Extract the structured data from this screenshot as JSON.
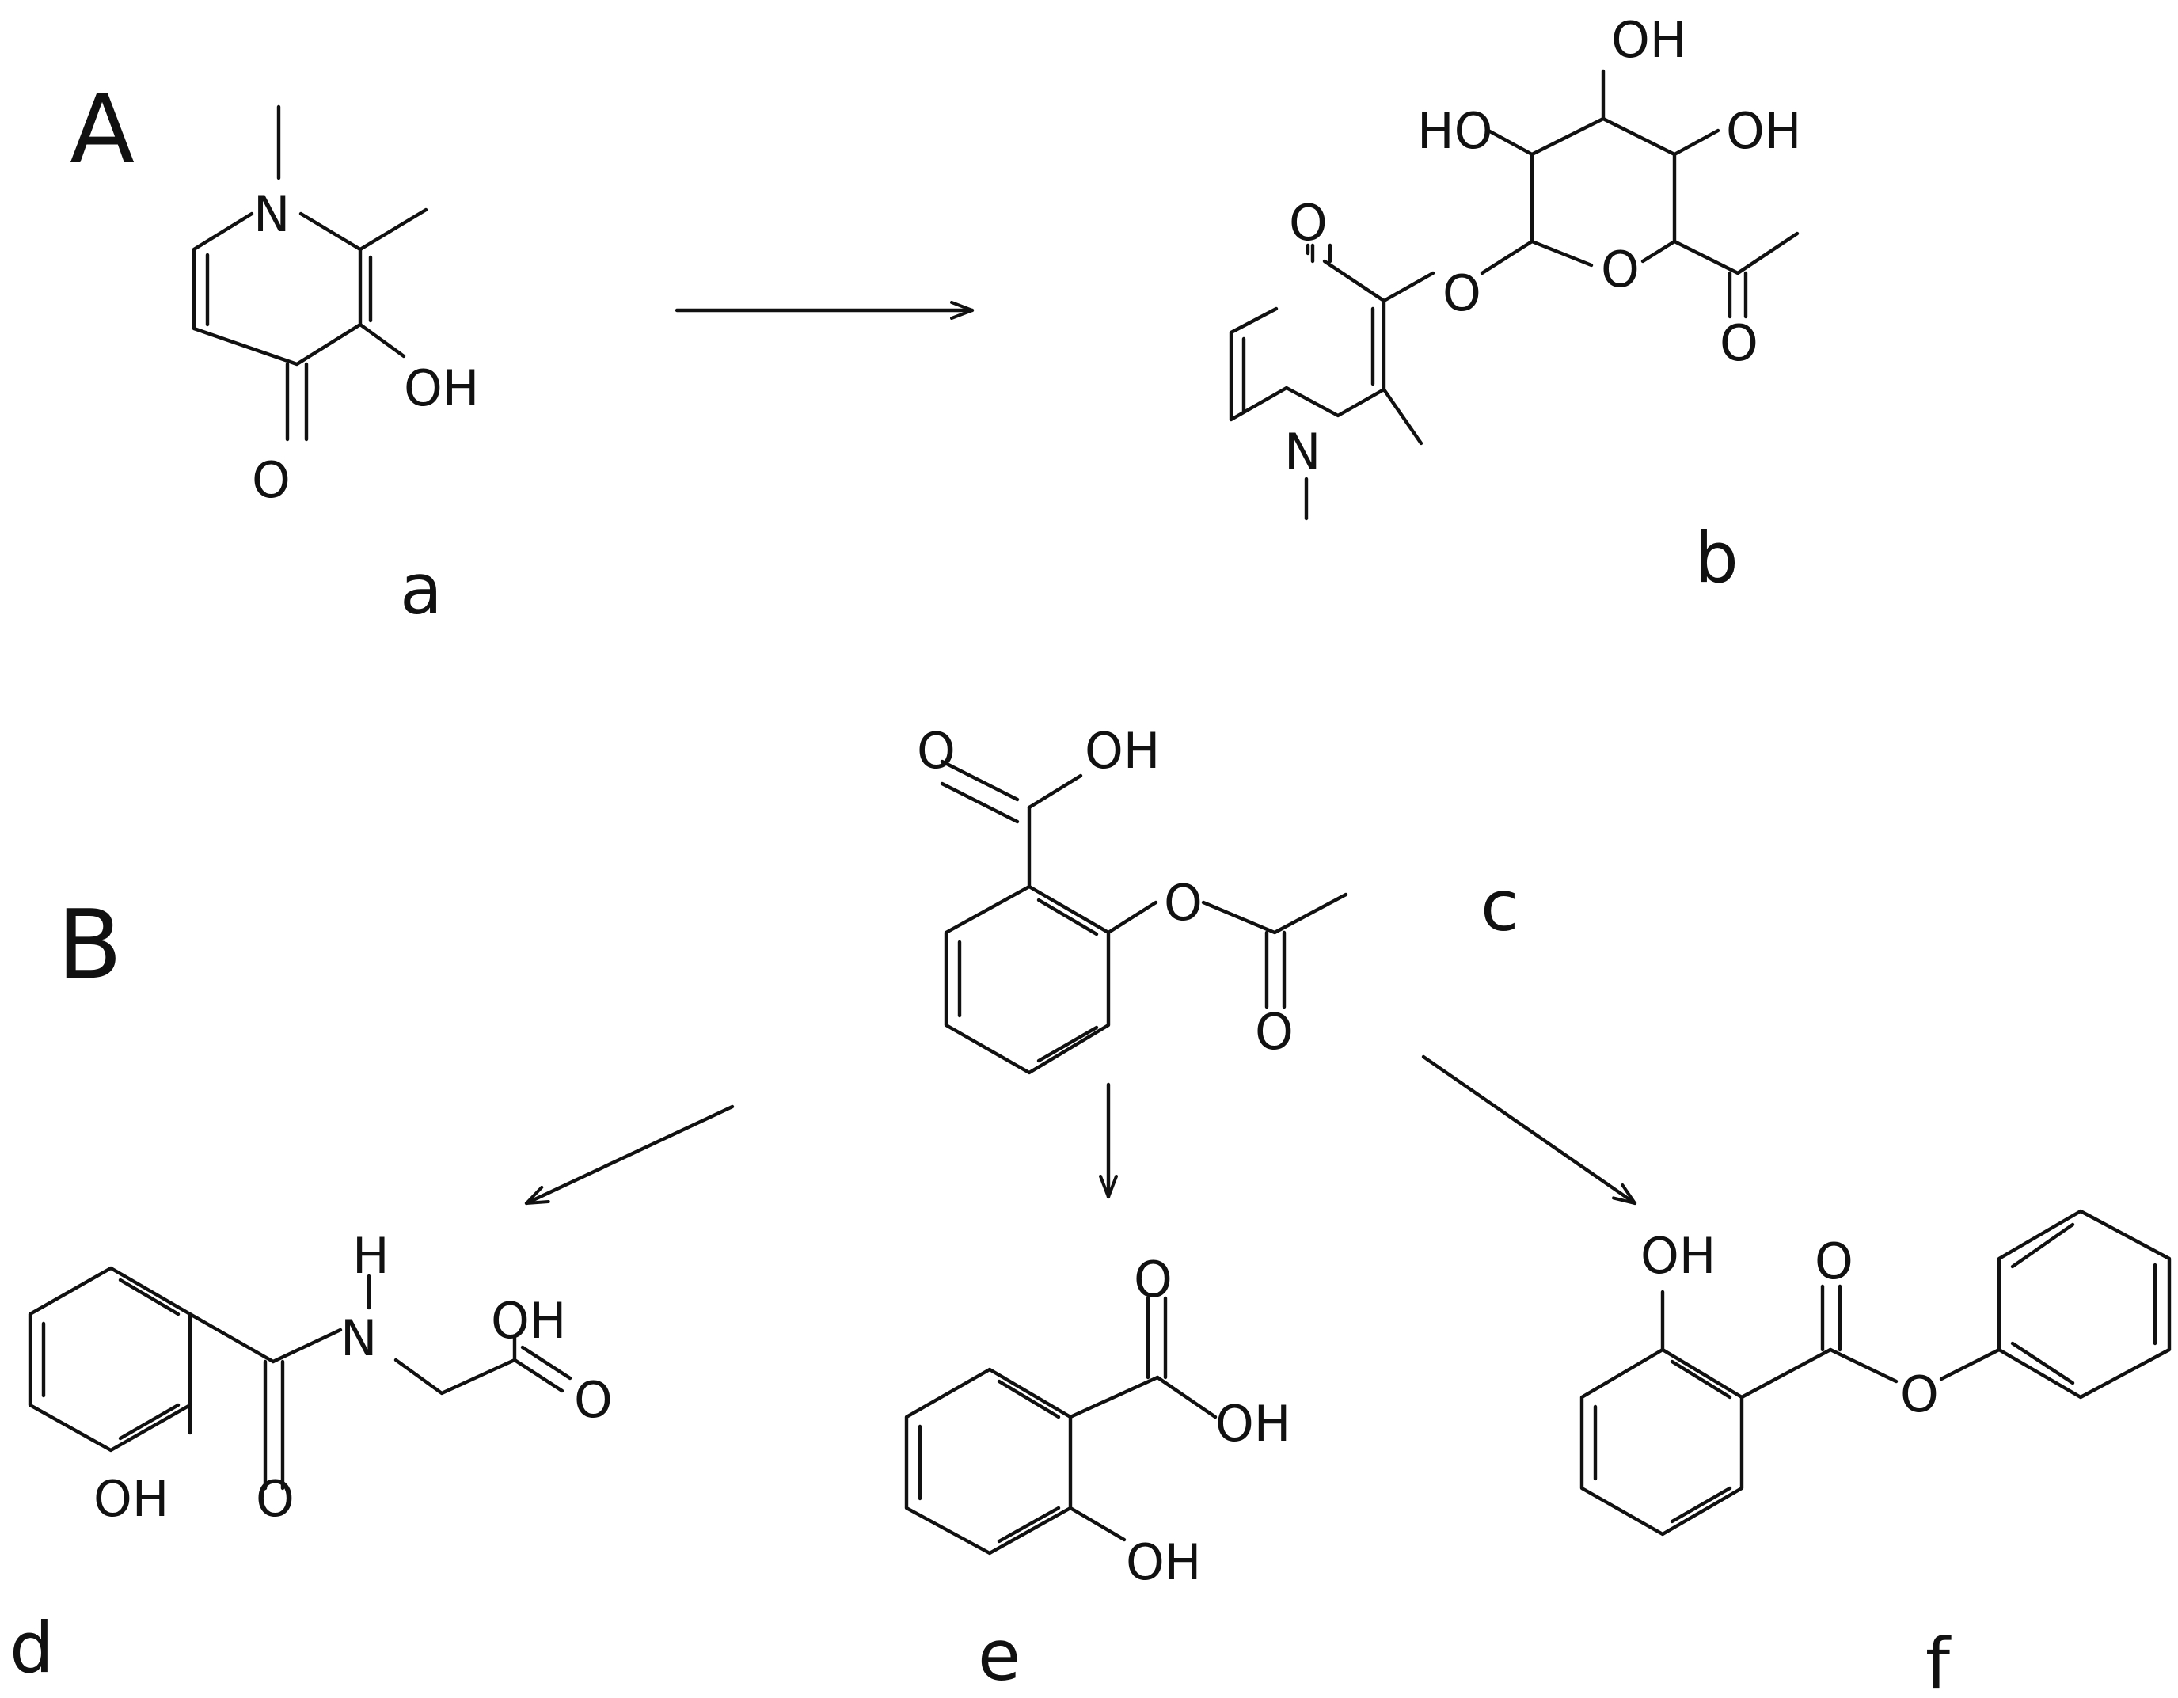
{
  "panels": {
    "a": "A",
    "b": "B"
  },
  "compounds": {
    "a": {
      "label": "a",
      "atoms": {
        "n": "N",
        "oh": "OH",
        "o": "O"
      }
    },
    "b": {
      "label": "b",
      "atoms": {
        "ho1": "HO",
        "oh1": "OH",
        "oh2": "OH",
        "o_ketone": "O",
        "o_link": "O",
        "o_ring": "O",
        "o_acyl": "O",
        "n": "N"
      }
    },
    "c": {
      "label": "c",
      "atoms": {
        "o1": "O",
        "oh": "OH",
        "o_ester": "O",
        "o_acyl": "O"
      }
    },
    "d": {
      "label": "d",
      "atoms": {
        "oh_phenol": "OH",
        "o_amide": "O",
        "h": "H",
        "n": "N",
        "oh_acid": "OH",
        "o_acid": "O"
      }
    },
    "e": {
      "label": "e",
      "atoms": {
        "o": "O",
        "oh_acid": "OH",
        "oh_phenol": "OH"
      }
    },
    "f": {
      "label": "f",
      "atoms": {
        "oh": "OH",
        "o_carbonyl": "O",
        "o_ester": "O"
      }
    }
  }
}
